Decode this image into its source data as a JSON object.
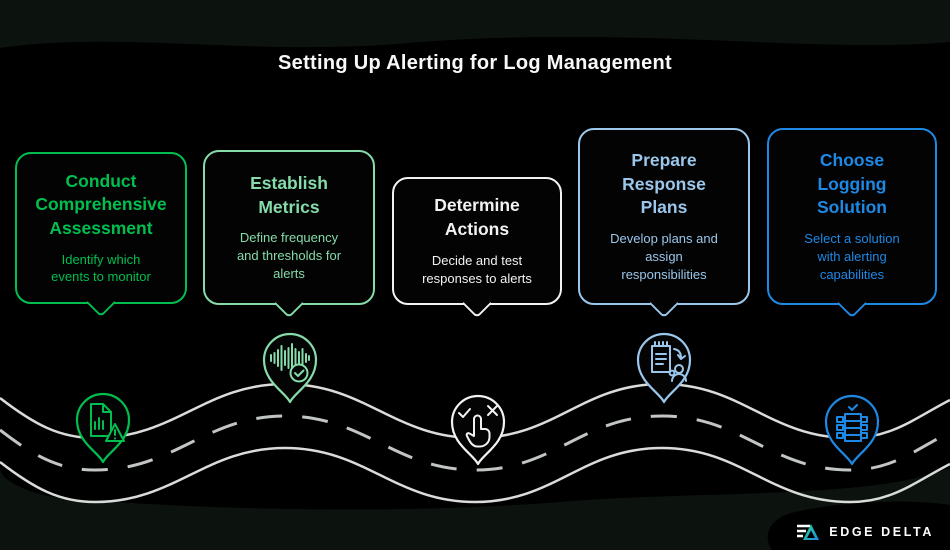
{
  "title": "Setting Up Alerting for Log Management",
  "steps": [
    {
      "title": "Conduct\nComprehensive\nAssessment",
      "description": "Identify which\nevents to monitor",
      "color": "#00BF4F",
      "icon": "document-chart-warning-icon"
    },
    {
      "title": "Establish\nMetrics",
      "description": "Define frequency\nand thresholds for\nalerts",
      "color": "#85DBAA",
      "icon": "waveform-check-icon"
    },
    {
      "title": "Determine\nActions",
      "description": "Decide and test\nresponses to alerts",
      "color": "#F2F2F2",
      "icon": "tap-select-icon"
    },
    {
      "title": "Prepare\nResponse\nPlans",
      "description": "Develop plans and\nassign\nresponsibilities",
      "color": "#9AC7EB",
      "icon": "clipboard-assign-icon"
    },
    {
      "title": "Choose\nLogging\nSolution",
      "description": "Select a solution\nwith alerting\ncapabilities",
      "color": "#1E88E5",
      "icon": "database-check-icon"
    }
  ],
  "road": {
    "edge_color": "#D9DCD9",
    "dash_color": "#C2C6C2"
  },
  "background": {
    "base": "#0C120E",
    "blob": "#000000"
  },
  "logo": {
    "text": "EDGE DELTA",
    "gradient_start": "#2BD886",
    "gradient_end": "#1E88E5"
  }
}
